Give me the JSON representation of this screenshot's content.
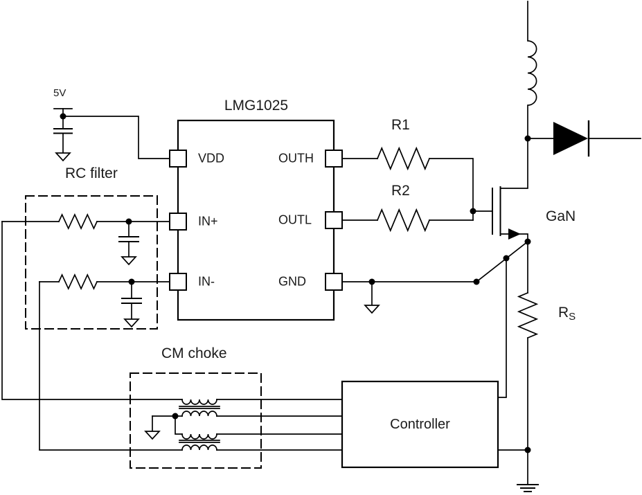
{
  "diagram": {
    "type": "circuit-schematic",
    "colors": {
      "background": "#ffffff",
      "line": "#000000"
    },
    "labels": {
      "supply": "5V",
      "rc_filter": "RC filter",
      "cm_choke": "CM choke",
      "ic_title": "LMG1025",
      "pin_vdd": "VDD",
      "pin_in_plus": "IN+",
      "pin_in_minus": "IN-",
      "pin_outh": "OUTH",
      "pin_outl": "OUTL",
      "pin_gnd": "GND",
      "r1": "R1",
      "r2": "R2",
      "gan": "GaN",
      "rs_main": "R",
      "rs_sub": "S",
      "controller": "Controller"
    }
  }
}
